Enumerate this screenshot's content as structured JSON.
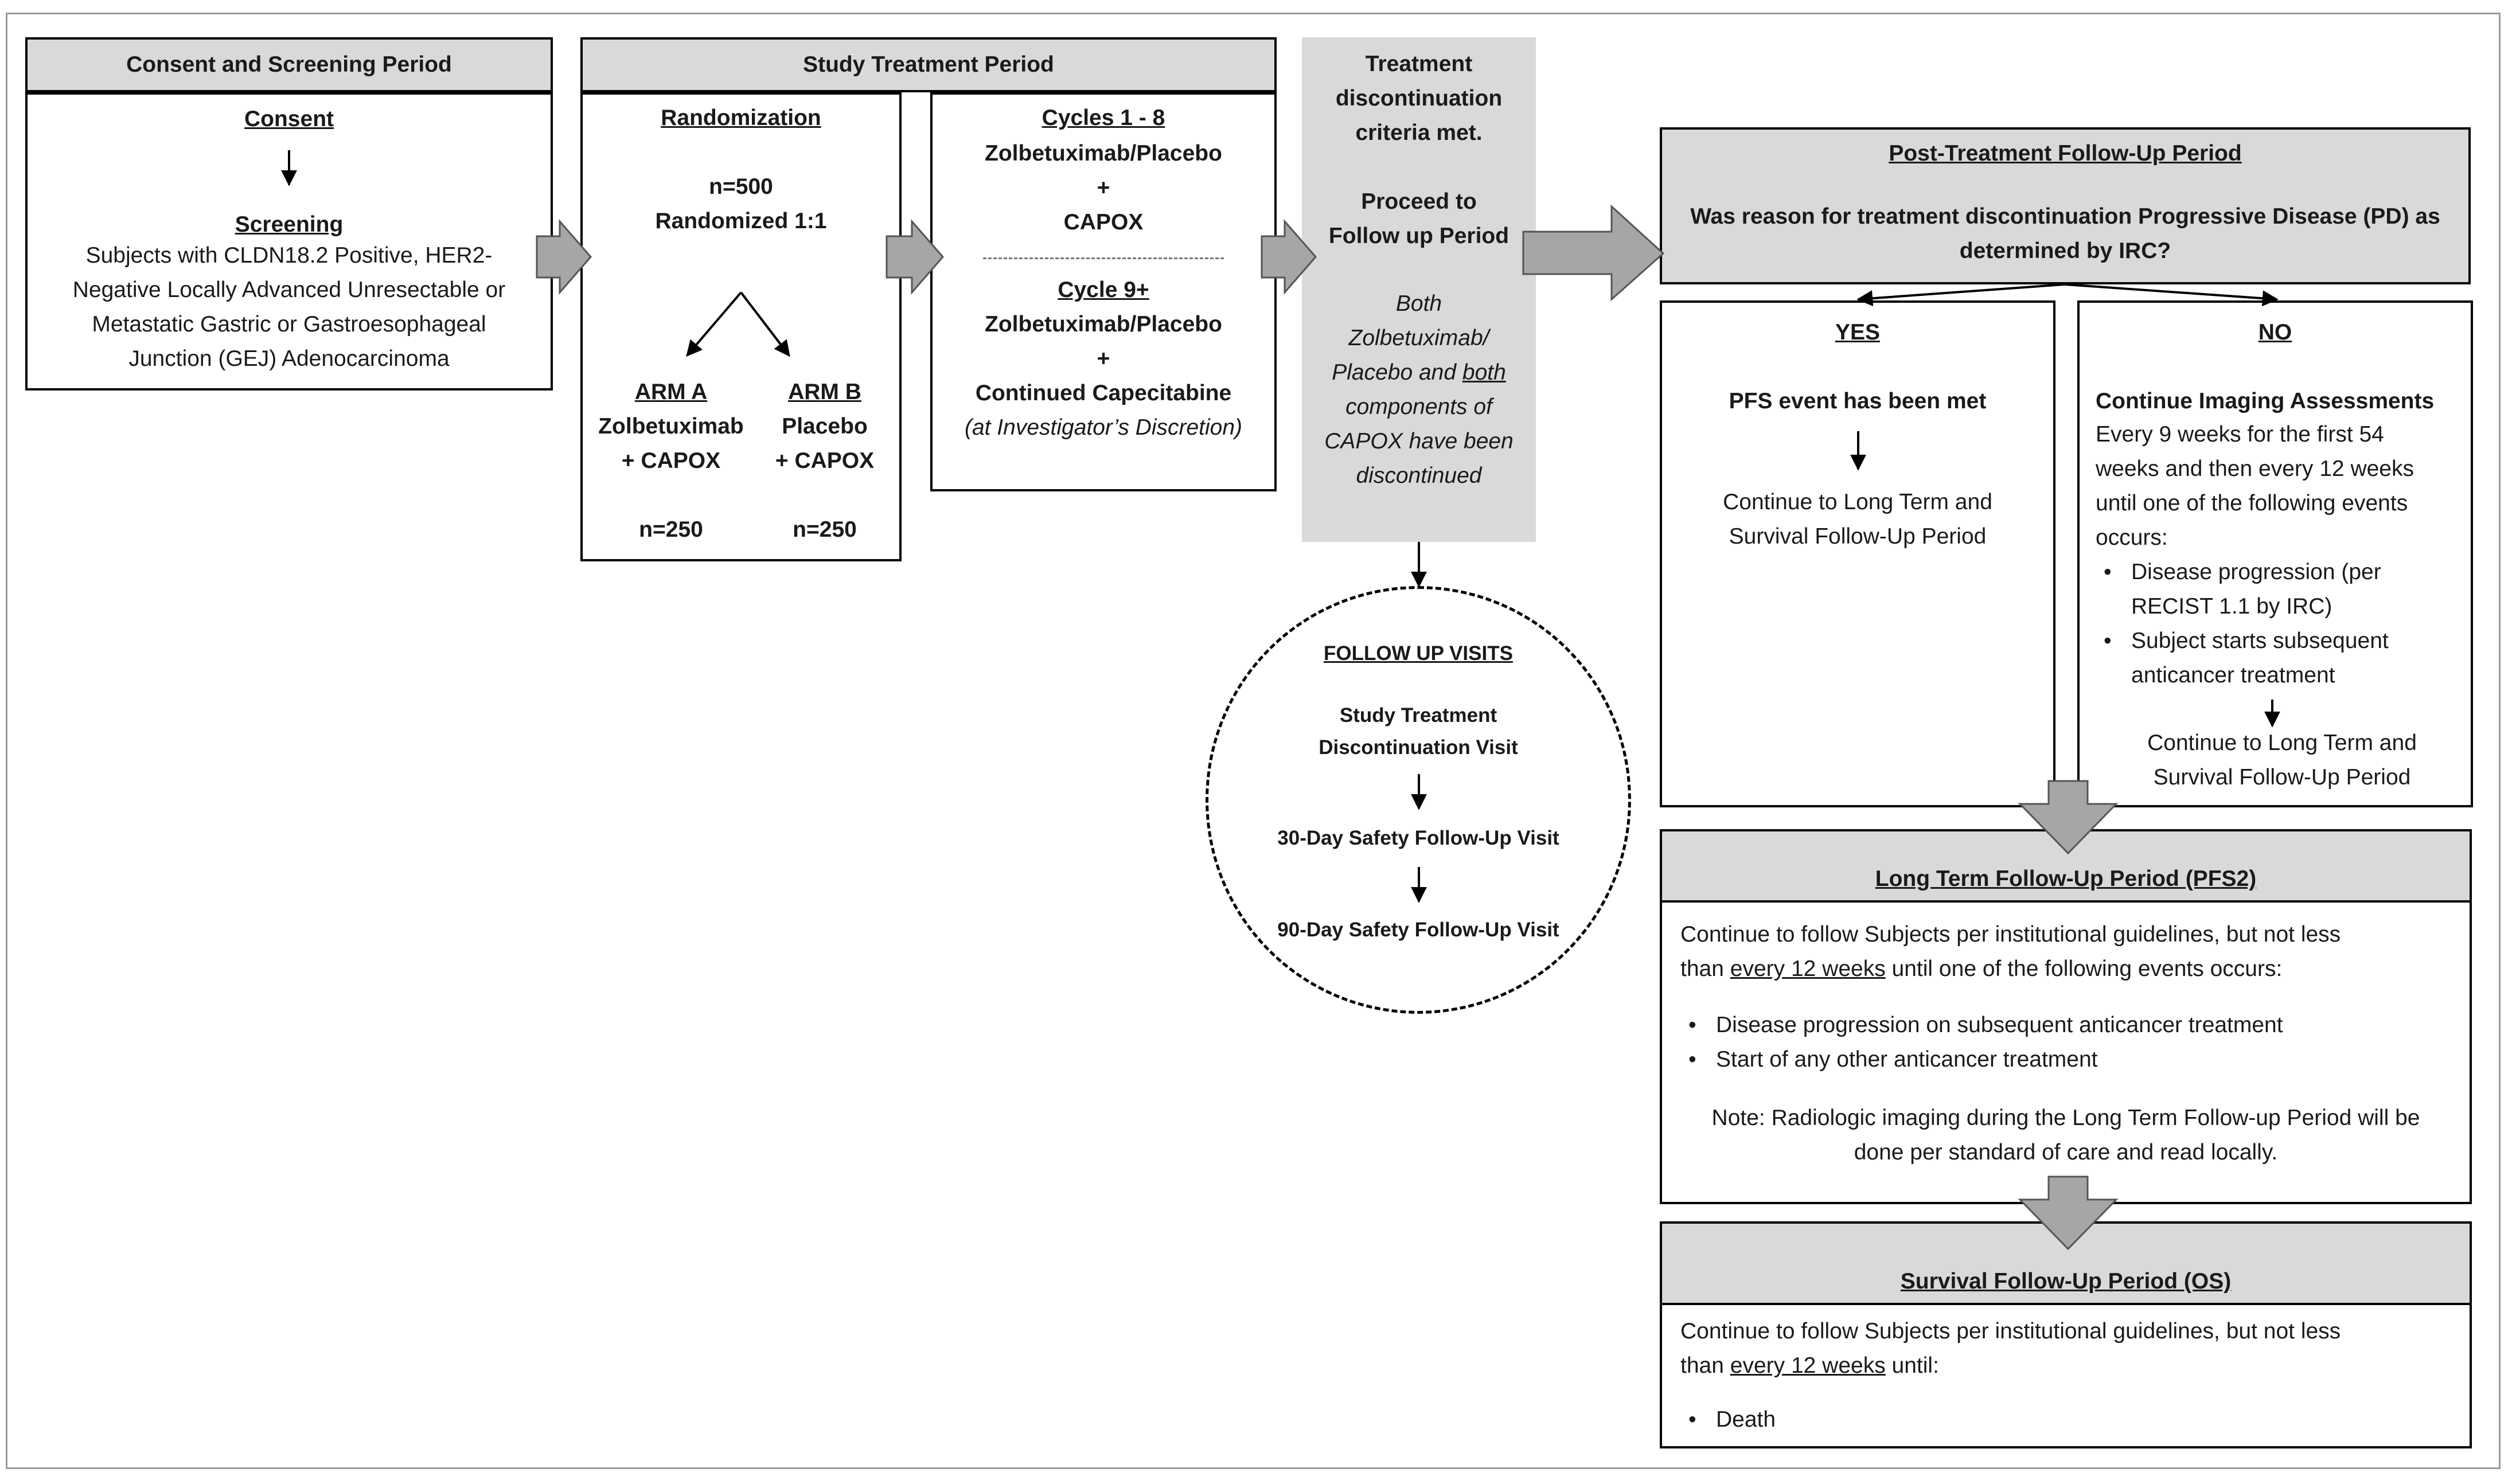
{
  "consent_screening": {
    "header": "Consent and Screening Period",
    "consent_label": "Consent",
    "screening_label": "Screening",
    "screening_lines": [
      "Subjects with CLDN18.2 Positive, HER2-",
      "Negative Locally Advanced Unresectable or",
      "Metastatic Gastric or Gastroesophageal",
      "Junction (GEJ) Adenocarcinoma"
    ]
  },
  "study_treatment": {
    "header": "Study Treatment Period",
    "randomization": {
      "title": "Randomization",
      "n_total": "n=500",
      "ratio": "Randomized 1:1",
      "arm_a": {
        "title": "ARM A",
        "line1": "Zolbetuximab",
        "line2": "+ CAPOX",
        "n": "n=250"
      },
      "arm_b": {
        "title": "ARM B",
        "line1": "Placebo",
        "line2": "+ CAPOX",
        "n": "n=250"
      }
    },
    "cycles": {
      "c1_title": "Cycles 1 - 8",
      "c1_line1": "Zolbetuximab/Placebo",
      "c1_plus": "+",
      "c1_line2": "CAPOX",
      "c9_title": "Cycle 9+",
      "c9_line1": "Zolbetuximab/Placebo",
      "c9_plus": "+",
      "c9_line2": "Continued Capecitabine",
      "c9_line3": "(at Investigator’s Discretion)"
    }
  },
  "discontinuation": {
    "lines": [
      "Treatment",
      "discontinuation",
      "criteria met."
    ],
    "proceed": [
      "Proceed to",
      "Follow up Period"
    ],
    "note": {
      "l1": "Both",
      "l2": "Zolbetuximab/",
      "l3a": "Placebo and ",
      "l3b": "both",
      "l4": "components of",
      "l5": "CAPOX have been",
      "l6": "discontinued"
    }
  },
  "follow_up_visits": {
    "title": "FOLLOW UP VISITS",
    "visit1": [
      "Study Treatment",
      "Discontinuation Visit"
    ],
    "visit2": "30-Day Safety Follow-Up Visit",
    "visit3": "90-Day Safety Follow-Up Visit"
  },
  "post_treatment": {
    "title": "Post-Treatment  Follow-Up Period",
    "question_line1": "Was reason for treatment discontinuation  Progressive Disease (PD) as",
    "question_line2": "determined by IRC?"
  },
  "yes_branch": {
    "label": "YES",
    "event": "PFS event has been met",
    "continue_lines": [
      "Continue to Long Term and",
      "Survival Follow-Up Period"
    ]
  },
  "no_branch": {
    "label": "NO",
    "heading": "Continue Imaging Assessments",
    "text_lines": [
      "Every 9 weeks for the first 54",
      "weeks and then every 12 weeks",
      "until one of the following events",
      "occurs:"
    ],
    "bullet1": [
      "Disease progression (per",
      "RECIST 1.1 by IRC)"
    ],
    "bullet2": [
      "Subject starts subsequent",
      "anticancer treatment"
    ],
    "continue_lines": [
      "Continue to Long Term and",
      "Survival Follow-Up Period"
    ]
  },
  "long_term": {
    "header": "Long Term Follow-Up Period (PFS2)",
    "line1": "Continue to follow Subjects per institutional guidelines, but not less",
    "line2_pre": "than ",
    "line2_u": "every 12 weeks",
    "line2_post": " until one of the following events occurs:",
    "bullets": [
      "Disease progression on subsequent anticancer treatment",
      "Start of any other anticancer treatment"
    ],
    "note_line1": "Note: Radiologic imaging during the Long Term Follow-up Period will be",
    "note_line2": "done per standard of care and read locally."
  },
  "survival": {
    "header": "Survival Follow-Up Period (OS)",
    "line1": "Continue to follow Subjects per institutional guidelines, but not less",
    "line2_pre": "than ",
    "line2_u": "every 12 weeks",
    "line2_post": " until:",
    "bullet": "Death"
  },
  "colors": {
    "header_fill": "#d9d9d9",
    "arrow_fill": "#a6a6a6",
    "border": "#000000"
  }
}
